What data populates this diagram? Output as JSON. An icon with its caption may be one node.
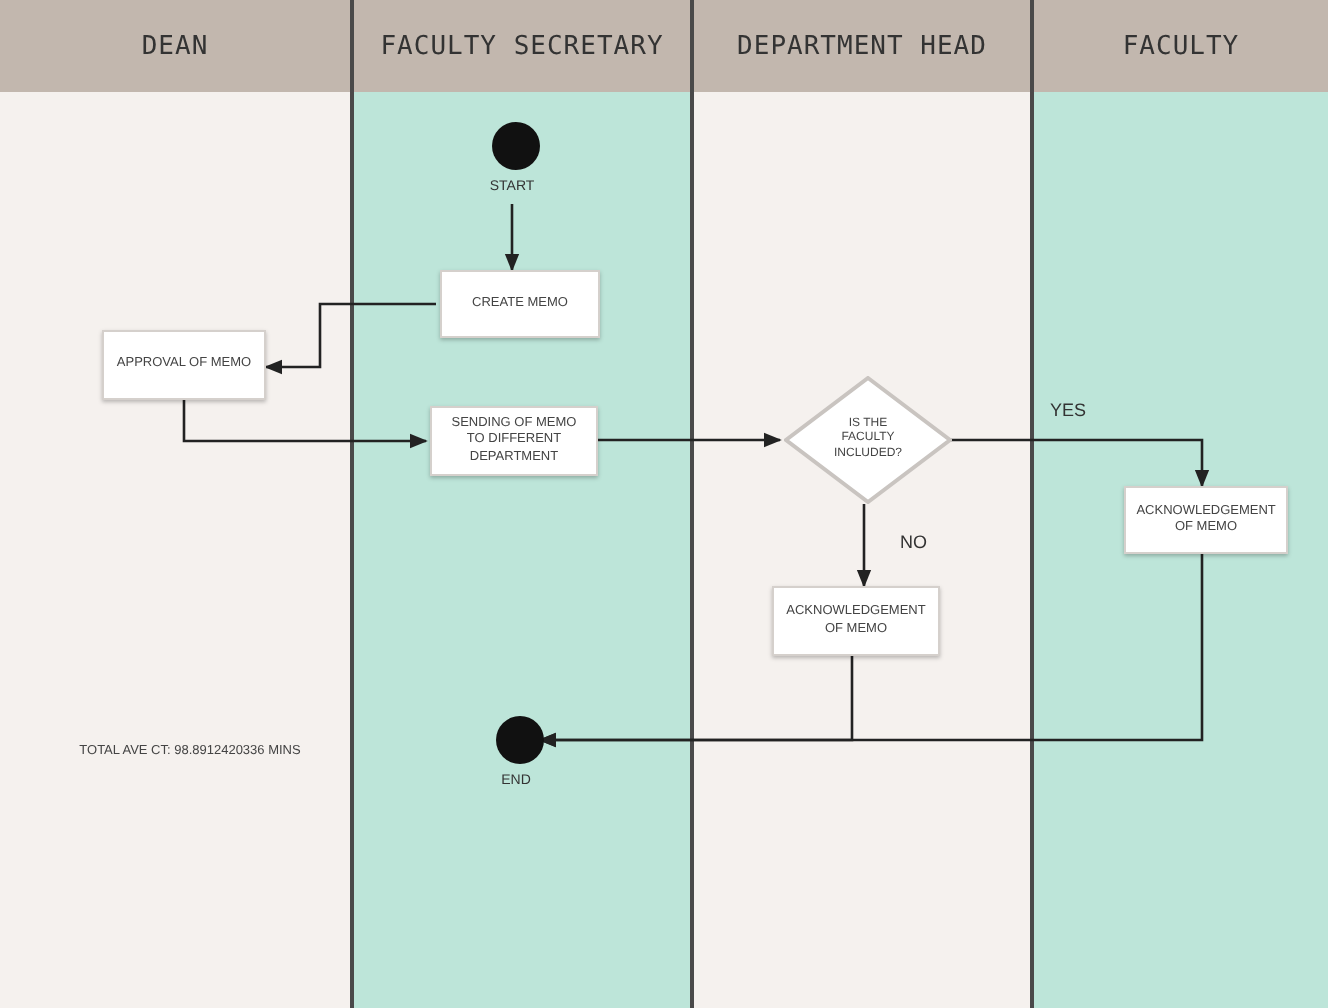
{
  "diagram": {
    "nodes": [
      {
        "text": [
          "DEAN"
        ]
      },
      {
        "text": [
          "FACULTY SECRETARY"
        ]
      },
      {
        "text": [
          "DEPARTMENT HEAD"
        ]
      },
      {
        "text": [
          "FACULTY"
        ]
      },
      {
        "text": [],
        "shape": "circle",
        "beside": [
          "START"
        ],
        "in": 1
      },
      {
        "text": [
          "CREATE MEMO"
        ],
        "in": 1
      },
      {
        "text": [
          "APPROVAL OF MEMO"
        ],
        "in": 0
      },
      {
        "text": [
          "SENDING OF MEMO TO DIFFERENT DEPARTMENT"
        ],
        "in": 1
      },
      {
        "text": [
          "IS THE FACULTY INCLUDED?"
        ],
        "in": 2
      },
      {
        "text": [
          "ACKNOWLEDGEMENT OF MEMO"
        ],
        "in": 2
      },
      {
        "text": [
          "ACKNOWLEDGEMENT OF MEMO"
        ],
        "in": 3
      },
      {
        "text": [],
        "shape": "circle",
        "beside": [
          "END"
        ],
        "in": 1
      }
    ],
    "edges": [
      {
        "from": 4,
        "to": 5,
        "arrow": "to"
      },
      {
        "from": 5,
        "to": 6,
        "arrow": "to"
      },
      {
        "from": 6,
        "to": 7,
        "arrow": "to"
      },
      {
        "from": 7,
        "to": 8,
        "arrow": "to"
      },
      {
        "from": 8,
        "to": 10,
        "arrow": "to",
        "label": "YES"
      },
      {
        "from": 8,
        "to": 9,
        "arrow": "to",
        "label": "NO"
      },
      {
        "from": 9,
        "to": 11,
        "arrow": "to"
      },
      {
        "from": 10,
        "to": 11,
        "arrow": "to"
      }
    ],
    "labels": [
      "TOTAL AVE CT: 98.8912420336 MINS"
    ]
  }
}
